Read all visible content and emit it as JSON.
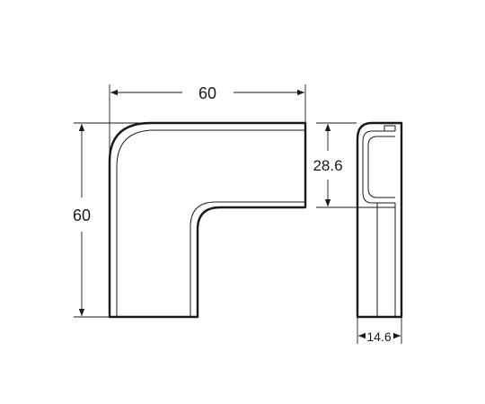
{
  "dimensions": {
    "top_width": "60",
    "left_height": "60",
    "opening_height": "28.6",
    "side_depth": "14.6"
  },
  "colors": {
    "line": "#1a1a1a",
    "fill": "#ffffff"
  }
}
